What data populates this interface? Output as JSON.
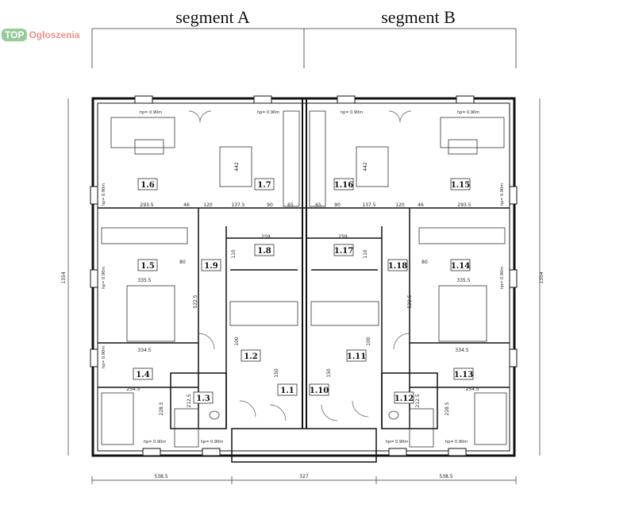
{
  "headings": {
    "segment_a": "segment A",
    "segment_b": "segment B"
  },
  "watermark": {
    "badge": "TOP",
    "text": "Ogłoszenia"
  },
  "rooms": {
    "r1_1": "1.1",
    "r1_2": "1.2",
    "r1_3": "1.3",
    "r1_4": "1.4",
    "r1_5": "1.5",
    "r1_6": "1.6",
    "r1_7": "1.7",
    "r1_8": "1.8",
    "r1_9": "1.9",
    "r1_10": "1.10",
    "r1_11": "1.11",
    "r1_12": "1.12",
    "r1_13": "1.13",
    "r1_14": "1.14",
    "r1_15": "1.15",
    "r1_16": "1.16",
    "r1_17": "1.17",
    "r1_18": "1.18"
  },
  "dimensions": {
    "bottom_left": "538.5",
    "bottom_mid": "327",
    "bottom_right": "538.5",
    "side_height": "1354",
    "d_293_5": "293.5",
    "d_46": "46",
    "d_120": "120",
    "d_137_5": "137.5",
    "d_90": "90",
    "d_65": "65",
    "d_442": "442",
    "d_259": "259",
    "d_335_5": "335.5",
    "d_334_5": "334.5",
    "d_254_5": "254.5",
    "d_80": "80",
    "d_100": "100",
    "d_110": "110",
    "d_150": "150",
    "d_522_5": "522.5",
    "d_228_5": "228.5",
    "d_212_5": "212.5"
  },
  "notes": {
    "hp_top": "hp= 0.90m",
    "hp_side": "hp= 0.90m",
    "hp_bottom": "hp= 0.90m"
  },
  "colors": {
    "wall": "#111111",
    "line": "#333333",
    "background": "#ffffff"
  }
}
